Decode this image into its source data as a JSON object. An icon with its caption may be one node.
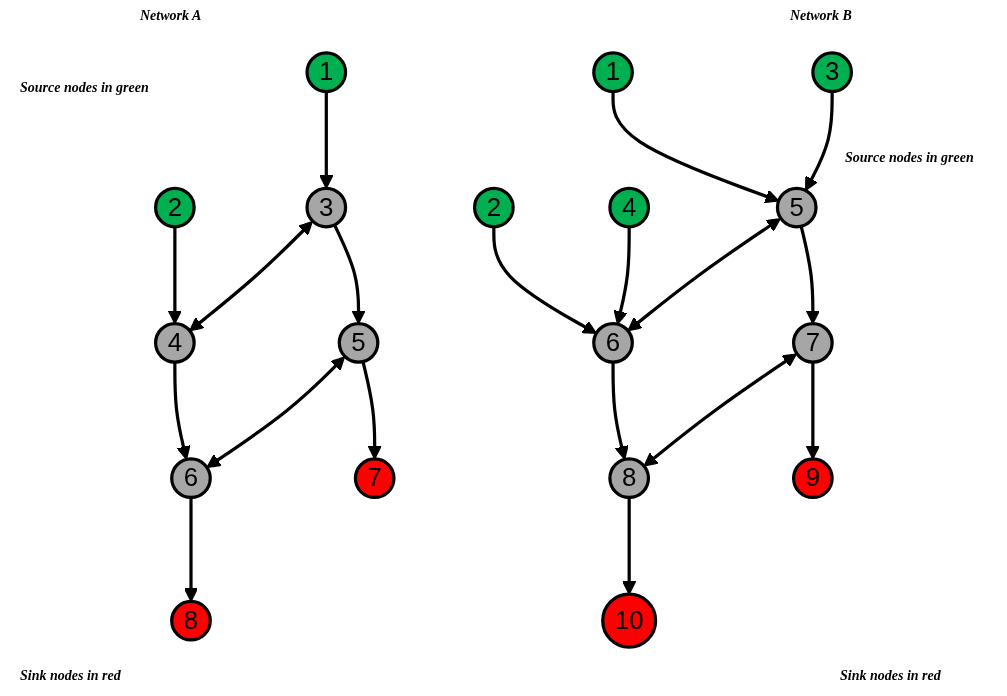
{
  "diagram": {
    "nodes": [
      {
        "text": [
          "1"
        ]
      },
      {
        "text": [
          "2"
        ]
      },
      {
        "text": [
          "3"
        ]
      },
      {
        "text": [
          "4"
        ]
      },
      {
        "text": [
          "5"
        ]
      },
      {
        "text": [
          "6"
        ]
      },
      {
        "text": [
          "7"
        ]
      },
      {
        "text": [
          "8"
        ]
      },
      {
        "text": [
          "1"
        ]
      },
      {
        "text": [
          "3"
        ]
      },
      {
        "text": [
          "2"
        ]
      },
      {
        "text": [
          "4"
        ]
      },
      {
        "text": [
          "5"
        ]
      },
      {
        "text": [
          "6"
        ]
      },
      {
        "text": [
          "7"
        ]
      },
      {
        "text": [
          "8"
        ]
      },
      {
        "text": [
          "9"
        ]
      },
      {
        "text": [
          "10"
        ]
      }
    ],
    "edges": [
      {
        "from": 0,
        "to": 2,
        "arrow": "to"
      },
      {
        "from": 1,
        "to": 3,
        "arrow": "to"
      },
      {
        "from": 2,
        "to": 3,
        "arrow": "both"
      },
      {
        "from": 2,
        "to": 4,
        "arrow": "to"
      },
      {
        "from": 3,
        "to": 5,
        "arrow": "to"
      },
      {
        "from": 4,
        "to": 5,
        "arrow": "both"
      },
      {
        "from": 4,
        "to": 6,
        "arrow": "to"
      },
      {
        "from": 5,
        "to": 7,
        "arrow": "to"
      },
      {
        "from": 8,
        "to": 12,
        "arrow": "to"
      },
      {
        "from": 9,
        "to": 12,
        "arrow": "to"
      },
      {
        "from": 10,
        "to": 13,
        "arrow": "to"
      },
      {
        "from": 11,
        "to": 13,
        "arrow": "to"
      },
      {
        "from": 12,
        "to": 13,
        "arrow": "both"
      },
      {
        "from": 12,
        "to": 14,
        "arrow": "to"
      },
      {
        "from": 13,
        "to": 15,
        "arrow": "to"
      },
      {
        "from": 14,
        "to": 15,
        "arrow": "both"
      },
      {
        "from": 14,
        "to": 16,
        "arrow": "to"
      },
      {
        "from": 15,
        "to": 17,
        "arrow": "to"
      }
    ],
    "labels": [
      "Network A",
      "Network B",
      "Source nodes in green",
      "Source nodes in green",
      "Sink nodes in red",
      "Sink nodes in red"
    ]
  }
}
